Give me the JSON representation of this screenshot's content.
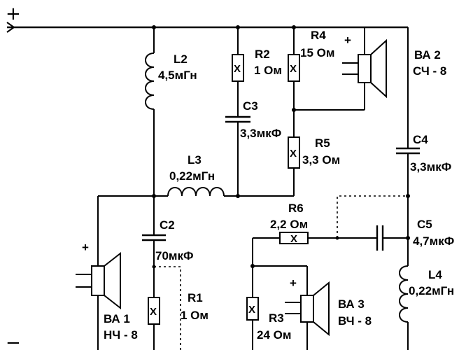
{
  "terminals": {
    "plus": "+",
    "minus": "−"
  },
  "components": {
    "L2": {
      "name": "L2",
      "value": "4,5мГн"
    },
    "R2": {
      "name": "R2",
      "value": "1 Ом"
    },
    "R4": {
      "name": "R4",
      "value": "15 Ом"
    },
    "C3": {
      "name": "C3",
      "value": "3,3мкФ"
    },
    "R5": {
      "name": "R5",
      "value": "3,3 Ом"
    },
    "L3": {
      "name": "L3",
      "value": "0,22мГн"
    },
    "C4": {
      "name": "C4",
      "value": "3,3мкФ"
    },
    "R6": {
      "name": "R6",
      "value": "2,2 Ом"
    },
    "C5": {
      "name": "C5",
      "value": "4,7мкФ"
    },
    "C2": {
      "name": "C2",
      "value": "70мкФ"
    },
    "R1": {
      "name": "R1",
      "value": "1 Ом"
    },
    "L4": {
      "name": "L4",
      "value": "0,22мГн"
    },
    "R3": {
      "name": "R3",
      "value": "24 Ом"
    }
  },
  "speakers": {
    "BA1": {
      "name": "ВА 1",
      "type": "НЧ - 8",
      "polarity": "+"
    },
    "BA2": {
      "name": "ВА 2",
      "type": "СЧ - 8",
      "polarity": "+"
    },
    "BA3": {
      "name": "ВА 3",
      "type": "ВЧ - 8",
      "polarity": "+"
    }
  },
  "resistor_mark": "X"
}
